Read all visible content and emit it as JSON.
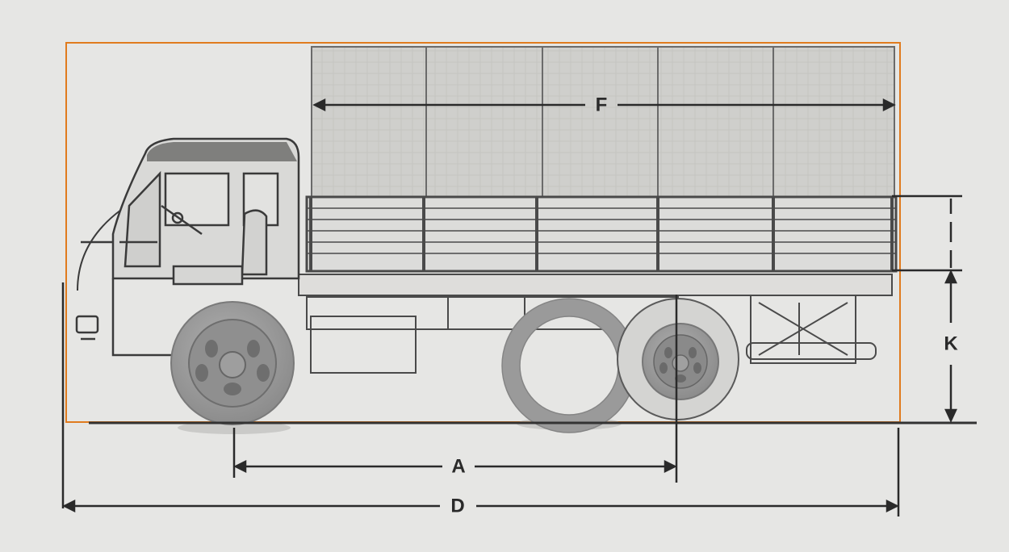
{
  "dimensions": {
    "wheelbase_label": "A",
    "overall_length_label": "D",
    "body_length_label": "F",
    "height_label": "K"
  },
  "colors": {
    "paper": "#e6e6e4",
    "frame_outline": "#e07b1e",
    "pencil_line": "#3a3a3a",
    "resin_wheel": "#9a9a9a"
  }
}
